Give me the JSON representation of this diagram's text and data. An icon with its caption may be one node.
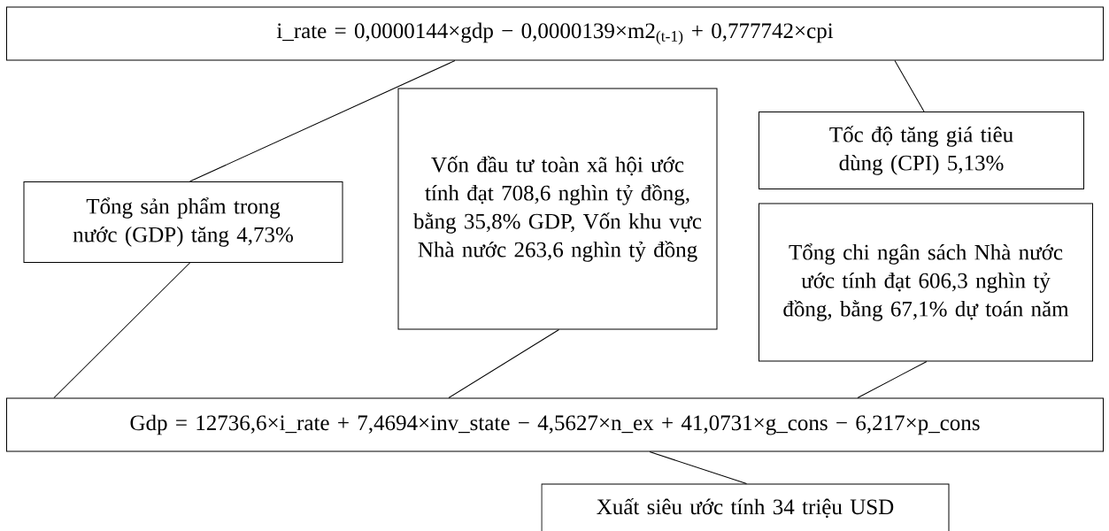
{
  "diagram": {
    "nodes": [
      {
        "text": [
          "i_rate = 0,0000144×gdp − 0,0000139×m2$_{(t-1)}$ + 0,777742×cpi"
        ]
      },
      {
        "text": [
          "Tốc độ tăng giá tiêu dùng (CPI) 5,13%"
        ]
      },
      {
        "text": [
          "Vốn đầu tư toàn xã hội ước tính đạt 708,6 nghìn tỷ đồng, bằng 35,8% GDP, Vốn khu vực Nhà nước 263,6 nghìn tỷ đồng"
        ]
      },
      {
        "text": [
          "Tổng sản phẩm trong nước (GDP) tăng 4,73%"
        ]
      },
      {
        "text": [
          "Tổng chi ngân sách Nhà nước ước tính đạt 606,3 nghìn tỷ đồng, bằng 67,1% dự toán năm"
        ]
      },
      {
        "text": [
          "Gdp = 12736,6×i_rate + 7,4694×inv_state − 4,5627×n_ex + 41,0731×g_cons − 6,217×p_cons"
        ]
      },
      {
        "text": [
          "Xuất siêu ước tính 34 triệu USD"
        ]
      }
    ],
    "edges": [
      {
        "from": 0,
        "to": 3,
        "arrow": "none"
      },
      {
        "from": 0,
        "to": 1,
        "arrow": "none"
      },
      {
        "from": 3,
        "to": 5,
        "arrow": "none"
      },
      {
        "from": 2,
        "to": 5,
        "arrow": "none"
      },
      {
        "from": 4,
        "to": 5,
        "arrow": "none"
      },
      {
        "from": 5,
        "to": 6,
        "arrow": "none"
      }
    ]
  }
}
